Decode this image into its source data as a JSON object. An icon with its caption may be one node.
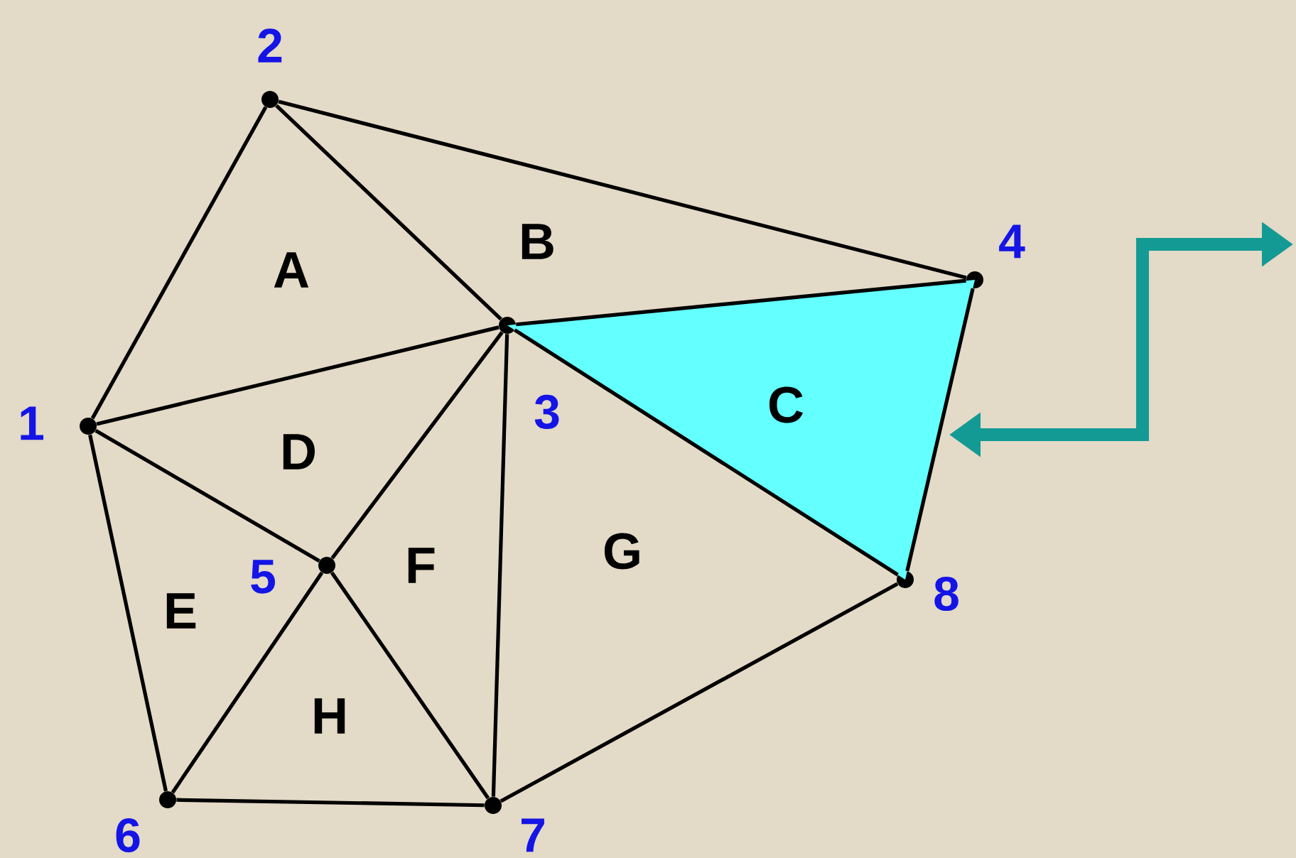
{
  "diagram": {
    "nodes": [
      {
        "text": [
          "1"
        ]
      },
      {
        "text": [
          "2"
        ]
      },
      {
        "text": [
          "3"
        ]
      },
      {
        "text": [
          "4"
        ]
      },
      {
        "text": [
          "5"
        ]
      },
      {
        "text": [
          "6"
        ]
      },
      {
        "text": [
          "7"
        ]
      },
      {
        "text": [
          "8"
        ]
      },
      {
        "text": [
          "C"
        ]
      }
    ],
    "edges": [
      {
        "from": 0,
        "to": 1,
        "arrow": "none"
      },
      {
        "from": 1,
        "to": 2,
        "arrow": "none"
      },
      {
        "from": 1,
        "to": 3,
        "arrow": "none"
      },
      {
        "from": 0,
        "to": 2,
        "arrow": "none"
      },
      {
        "from": 2,
        "to": 3,
        "arrow": "none"
      },
      {
        "from": 2,
        "to": 4,
        "arrow": "none"
      },
      {
        "from": 2,
        "to": 6,
        "arrow": "none"
      },
      {
        "from": 2,
        "to": 7,
        "arrow": "none"
      },
      {
        "from": 3,
        "to": 7,
        "arrow": "none"
      },
      {
        "from": 0,
        "to": 4,
        "arrow": "none"
      },
      {
        "from": 0,
        "to": 5,
        "arrow": "none"
      },
      {
        "from": 4,
        "to": 5,
        "arrow": "none"
      },
      {
        "from": 4,
        "to": 6,
        "arrow": "none"
      },
      {
        "from": 5,
        "to": 6,
        "arrow": "none"
      },
      {
        "from": 6,
        "to": 7,
        "arrow": "none"
      },
      {
        "from": null,
        "to": 8,
        "arrow": "both",
        "style": "thick",
        "color": "#149a94"
      }
    ],
    "labels": [
      "A",
      "B",
      "D",
      "E",
      "F",
      "G",
      "H"
    ]
  }
}
